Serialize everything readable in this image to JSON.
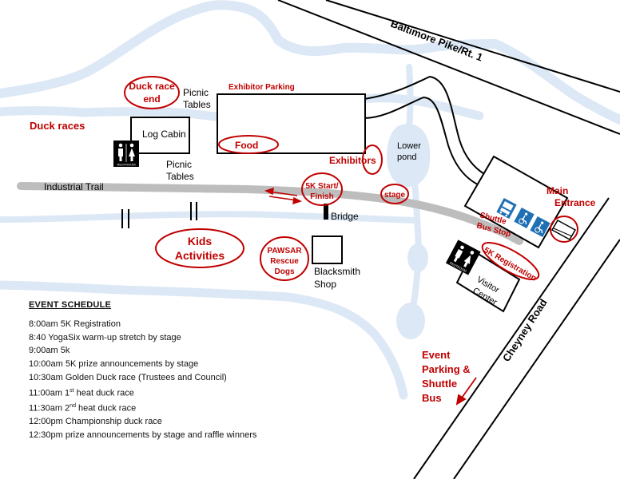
{
  "roads": {
    "baltimore_pike": "Baltimore Pike/Rt. 1",
    "cheyney_road": "Cheyney Road",
    "industrial_trail": "Industrial Trail"
  },
  "labels": {
    "duck_race_end": "Duck race end",
    "duck_race_end_line1": "Duck race",
    "duck_race_end_line2": "end",
    "picnic_tables_north_line1": "Picnic",
    "picnic_tables_north_line2": "Tables",
    "duck_races": "Duck races",
    "log_cabin": "Log Cabin",
    "restroom_west": "RESTROOM",
    "picnic_tables_south_line1": "Picnic",
    "picnic_tables_south_line2": "Tables",
    "exhibitor_parking": "Exhibitor Parking",
    "food": "Food",
    "exhibitors": "Exhibitors",
    "lower_pond_line1": "Lower",
    "lower_pond_line2": "pond",
    "start_finish_line1": "5K Start/",
    "start_finish_line2": "Finish",
    "stage": "stage",
    "bridge": "Bridge",
    "kids_activities_line1": "Kids",
    "kids_activities_line2": "Activities",
    "pawsar_line1": "PAWSAR",
    "pawsar_line2": "Rescue",
    "pawsar_line3": "Dogs",
    "blacksmith_line1": "Blacksmith",
    "blacksmith_line2": "Shop",
    "main_entrance_line1": "Main",
    "main_entrance_line2": "Entrance",
    "shuttle_line1": "Shuttle",
    "shuttle_line2": "Bus Stop",
    "registration_5k": "5K Registration",
    "visitor_center_line1": "Visitor",
    "visitor_center_line2": "Center",
    "restroom_east": "RESTROOM",
    "event_parking_line1": "Event",
    "event_parking_line2": "Parking &",
    "event_parking_line3": "Shuttle",
    "event_parking_line4": "Bus"
  },
  "icons": {
    "restroom": "restroom-icon",
    "bus": "bus-icon",
    "accessible": "wheelchair-icon"
  },
  "colors": {
    "event_red": "#c00000",
    "water_blue": "#dce8f5",
    "trail_gray": "#bdbdbd"
  },
  "schedule": {
    "title": "EVENT SCHEDULE",
    "items": [
      "8:00am 5K Registration",
      "8:40 YogaSix warm-up stretch by stage",
      "9:00am 5k",
      "10:00am 5K prize announcements by stage",
      "10:30am Golden Duck race (Trustees and Council)",
      "11:00am 1st heat duck race",
      "11:30am 2nd heat duck race",
      "12:00pm Championship duck race",
      "12:30pm prize announcements by stage and raffle winners"
    ]
  }
}
